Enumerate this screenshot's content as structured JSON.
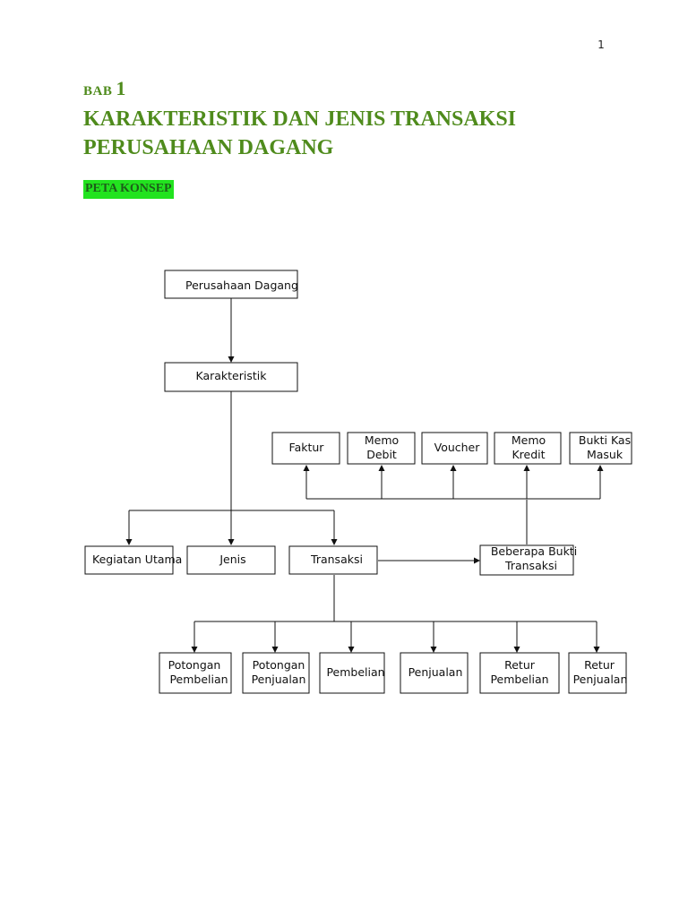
{
  "page_number": "1",
  "chapter": {
    "prefix": "BAB",
    "number": "1"
  },
  "title": {
    "line1": "KARAKTERISTIK DAN JENIS TRANSAKSI",
    "line2": "PERUSAHAAN DAGANG"
  },
  "concept_map_label": "PETA KONSEP",
  "diagram": {
    "root": "Perusahaan Dagang",
    "karakteristik": "Karakteristik",
    "level3": {
      "kegiatan": "Kegiatan Utama",
      "jenis": "Jenis",
      "transaksi": "Transaksi",
      "bukti": [
        "Beberapa Bukti",
        "Transaksi"
      ]
    },
    "documents": {
      "faktur": [
        "Faktur"
      ],
      "memo_debit": [
        "Memo",
        "Debit"
      ],
      "voucher": [
        "Voucher"
      ],
      "memo_kredit": [
        "Memo",
        "Kredit"
      ],
      "bukti_kas_masuk": [
        "Bukti Kas",
        "Masuk"
      ]
    },
    "transaction_types": {
      "potongan_pembelian": [
        "Potongan",
        "Pembelian"
      ],
      "potongan_penjualan": [
        "Potongan",
        "Penjualan"
      ],
      "pembelian": [
        "Pembelian"
      ],
      "penjualan": [
        "Penjualan"
      ],
      "retur_pembelian": [
        "Retur",
        "Pembelian"
      ],
      "retur_penjualan": [
        "Retur",
        "Penjualan"
      ]
    }
  }
}
